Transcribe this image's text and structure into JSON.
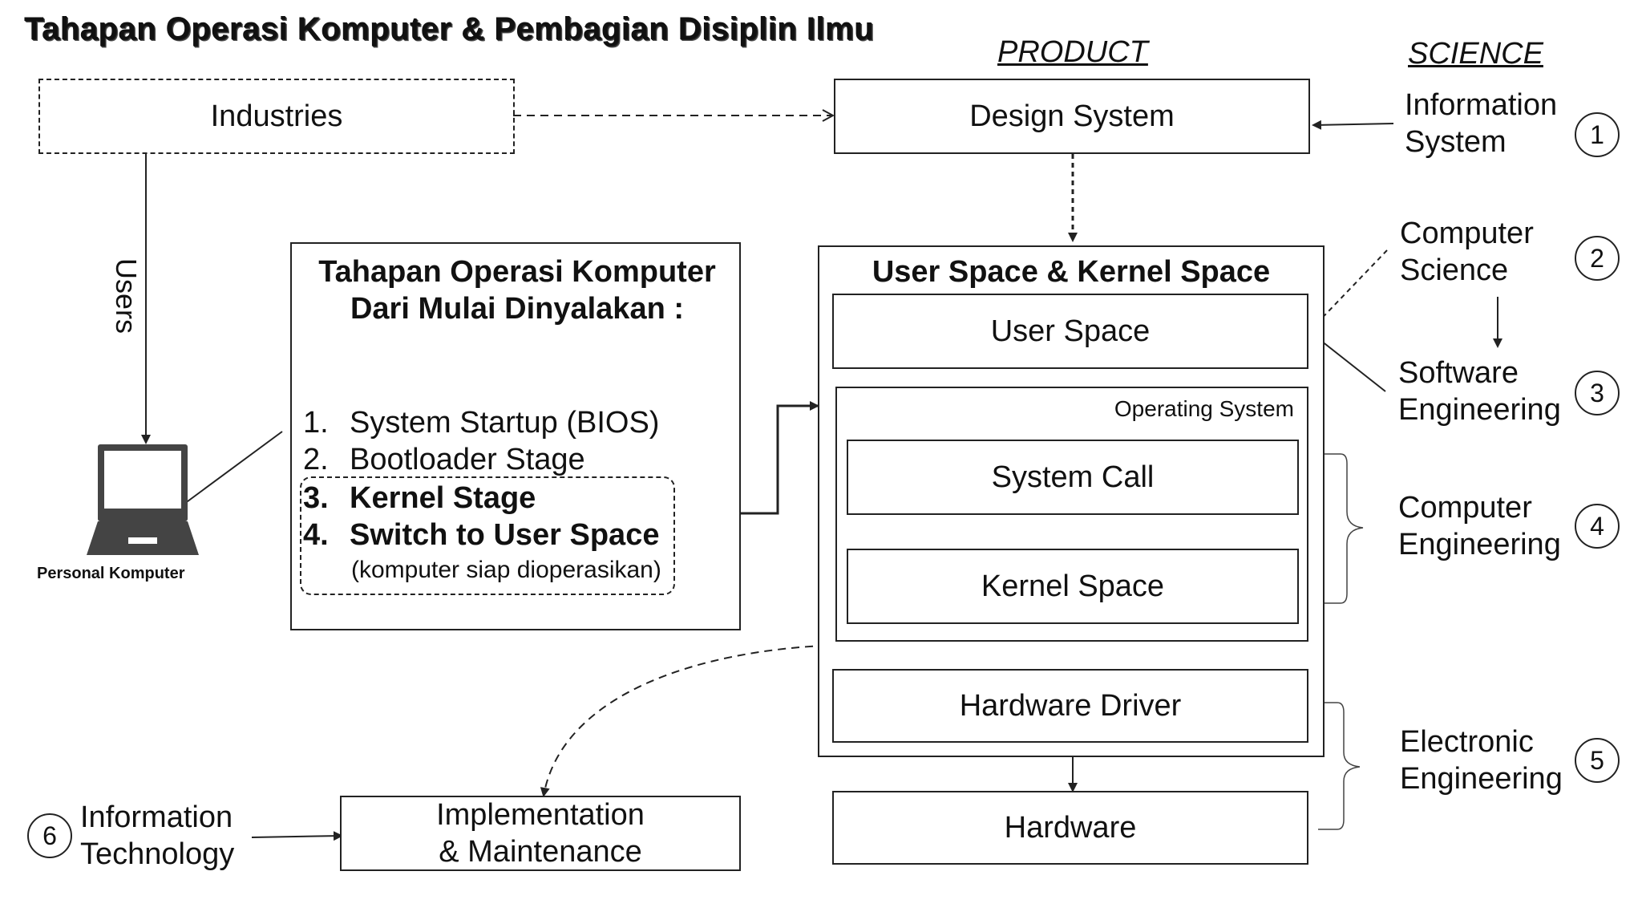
{
  "title": "Tahapan Operasi Komputer & Pembagian Disiplin Ilmu",
  "product_heading": "PRODUCT",
  "science_heading": "SCIENCE",
  "industries": "Industries",
  "users_label": "Users",
  "laptop_label": "Personal Komputer",
  "stages_box": {
    "title_line1": "Tahapan Operasi Komputer",
    "title_line2": "Dari Mulai Dinyalakan :",
    "steps": [
      {
        "num": "1.",
        "label": "System Startup (BIOS)"
      },
      {
        "num": "2.",
        "label": "Bootloader Stage"
      },
      {
        "num": "3.",
        "label": "Kernel Stage"
      },
      {
        "num": "4.",
        "label": "Switch to User Space"
      }
    ],
    "note": "(komputer siap dioperasikan)"
  },
  "design_system": "Design System",
  "space_box": {
    "title": "User Space & Kernel Space",
    "user_space": "User Space",
    "os_label": "Operating System",
    "system_call": "System Call",
    "kernel_space": "Kernel Space",
    "hardware_driver": "Hardware Driver"
  },
  "hardware": "Hardware",
  "implementation": {
    "line1": "Implementation",
    "line2": "& Maintenance"
  },
  "sciences": [
    {
      "num": "1",
      "line1": "Information",
      "line2": "System"
    },
    {
      "num": "2",
      "line1": "Computer",
      "line2": "Science"
    },
    {
      "num": "3",
      "line1": "Software",
      "line2": "Engineering"
    },
    {
      "num": "4",
      "line1": "Computer",
      "line2": "Engineering"
    },
    {
      "num": "5",
      "line1": "Electronic",
      "line2": "Engineering"
    },
    {
      "num": "6",
      "line1": "Information",
      "line2": "Technology"
    }
  ]
}
